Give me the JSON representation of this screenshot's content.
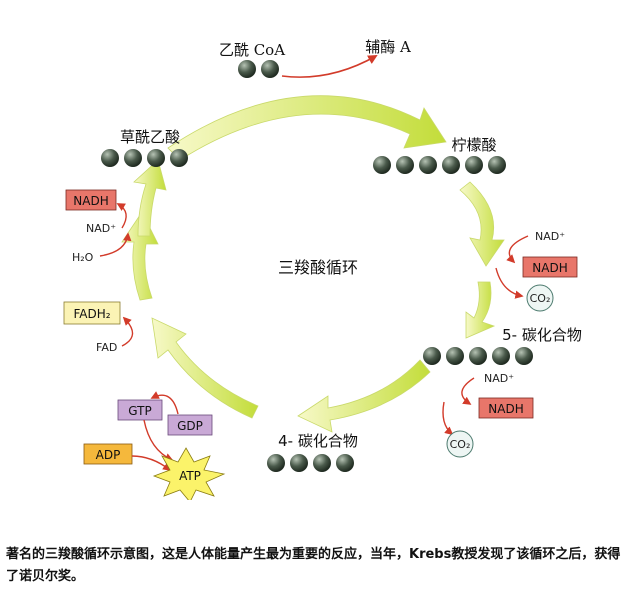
{
  "diagram": {
    "center_title": "三羧酸循环",
    "molecules": {
      "acetyl_coa": "乙酰 CoA",
      "coenzyme_a": "辅酶 A",
      "citrate": "柠檬酸",
      "c5": "5- 碳化合物",
      "c4": "4- 碳化合物",
      "oxaloacetate": "草酰乙酸"
    },
    "labels": {
      "nad_plus": "NAD⁺",
      "nadh": "NADH",
      "co2": "CO₂",
      "fad": "FAD",
      "fadh2": "FADH₂",
      "h2o": "H₂O",
      "gtp": "GTP",
      "gdp": "GDP",
      "adp": "ADP",
      "atp": "ATP"
    },
    "colors": {
      "arrow_light": "#f4f7b0",
      "arrow_mid": "#d7ea5a",
      "arrow_dark": "#b9d832",
      "bead": "#3d4a3f",
      "bead_highlight": "#b6c3b4",
      "nadh_fill": "#e8766a",
      "fadh_fill": "#fbf3b5",
      "gtp_fill": "#c9a9d6",
      "adp_fill": "#f5b83c",
      "atp_fill": "#fbf36a",
      "co2_fill": "#eef6f4",
      "thin_arrow": "#d23b2a"
    }
  },
  "caption": "著名的三羧酸循环示意图，这是人体能量产生最为重要的反应，当年，Krebs教授发现了该循环之后，获得了诺贝尔奖。"
}
